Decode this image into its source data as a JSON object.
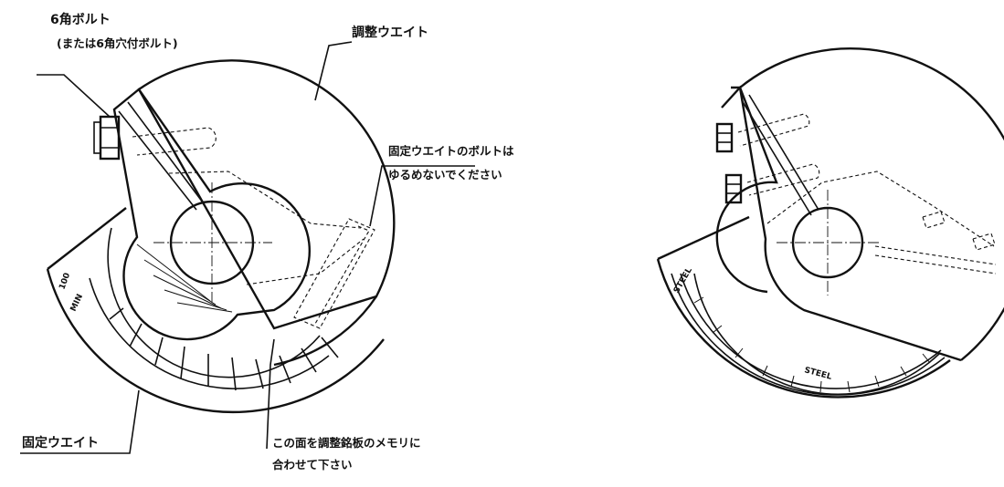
{
  "labels": {
    "hex_bolt": "6角ボルト",
    "hex_bolt_alt": "(または6角穴付ボルト)",
    "adjust_weight": "調整ウエイト",
    "fixed_weight_bolt_line1": "固定ウエイトのボルトは",
    "fixed_weight_bolt_line2": "ゆるめないでください",
    "fixed_weight": "固定ウエイト",
    "align_line1": "この面を調整銘板のメモリに",
    "align_line2": "合わせて下さい"
  },
  "scale": {
    "left_top": "100",
    "left_unit": "MIN",
    "right_unit": "STEEL",
    "right_mark": "STEEL"
  }
}
